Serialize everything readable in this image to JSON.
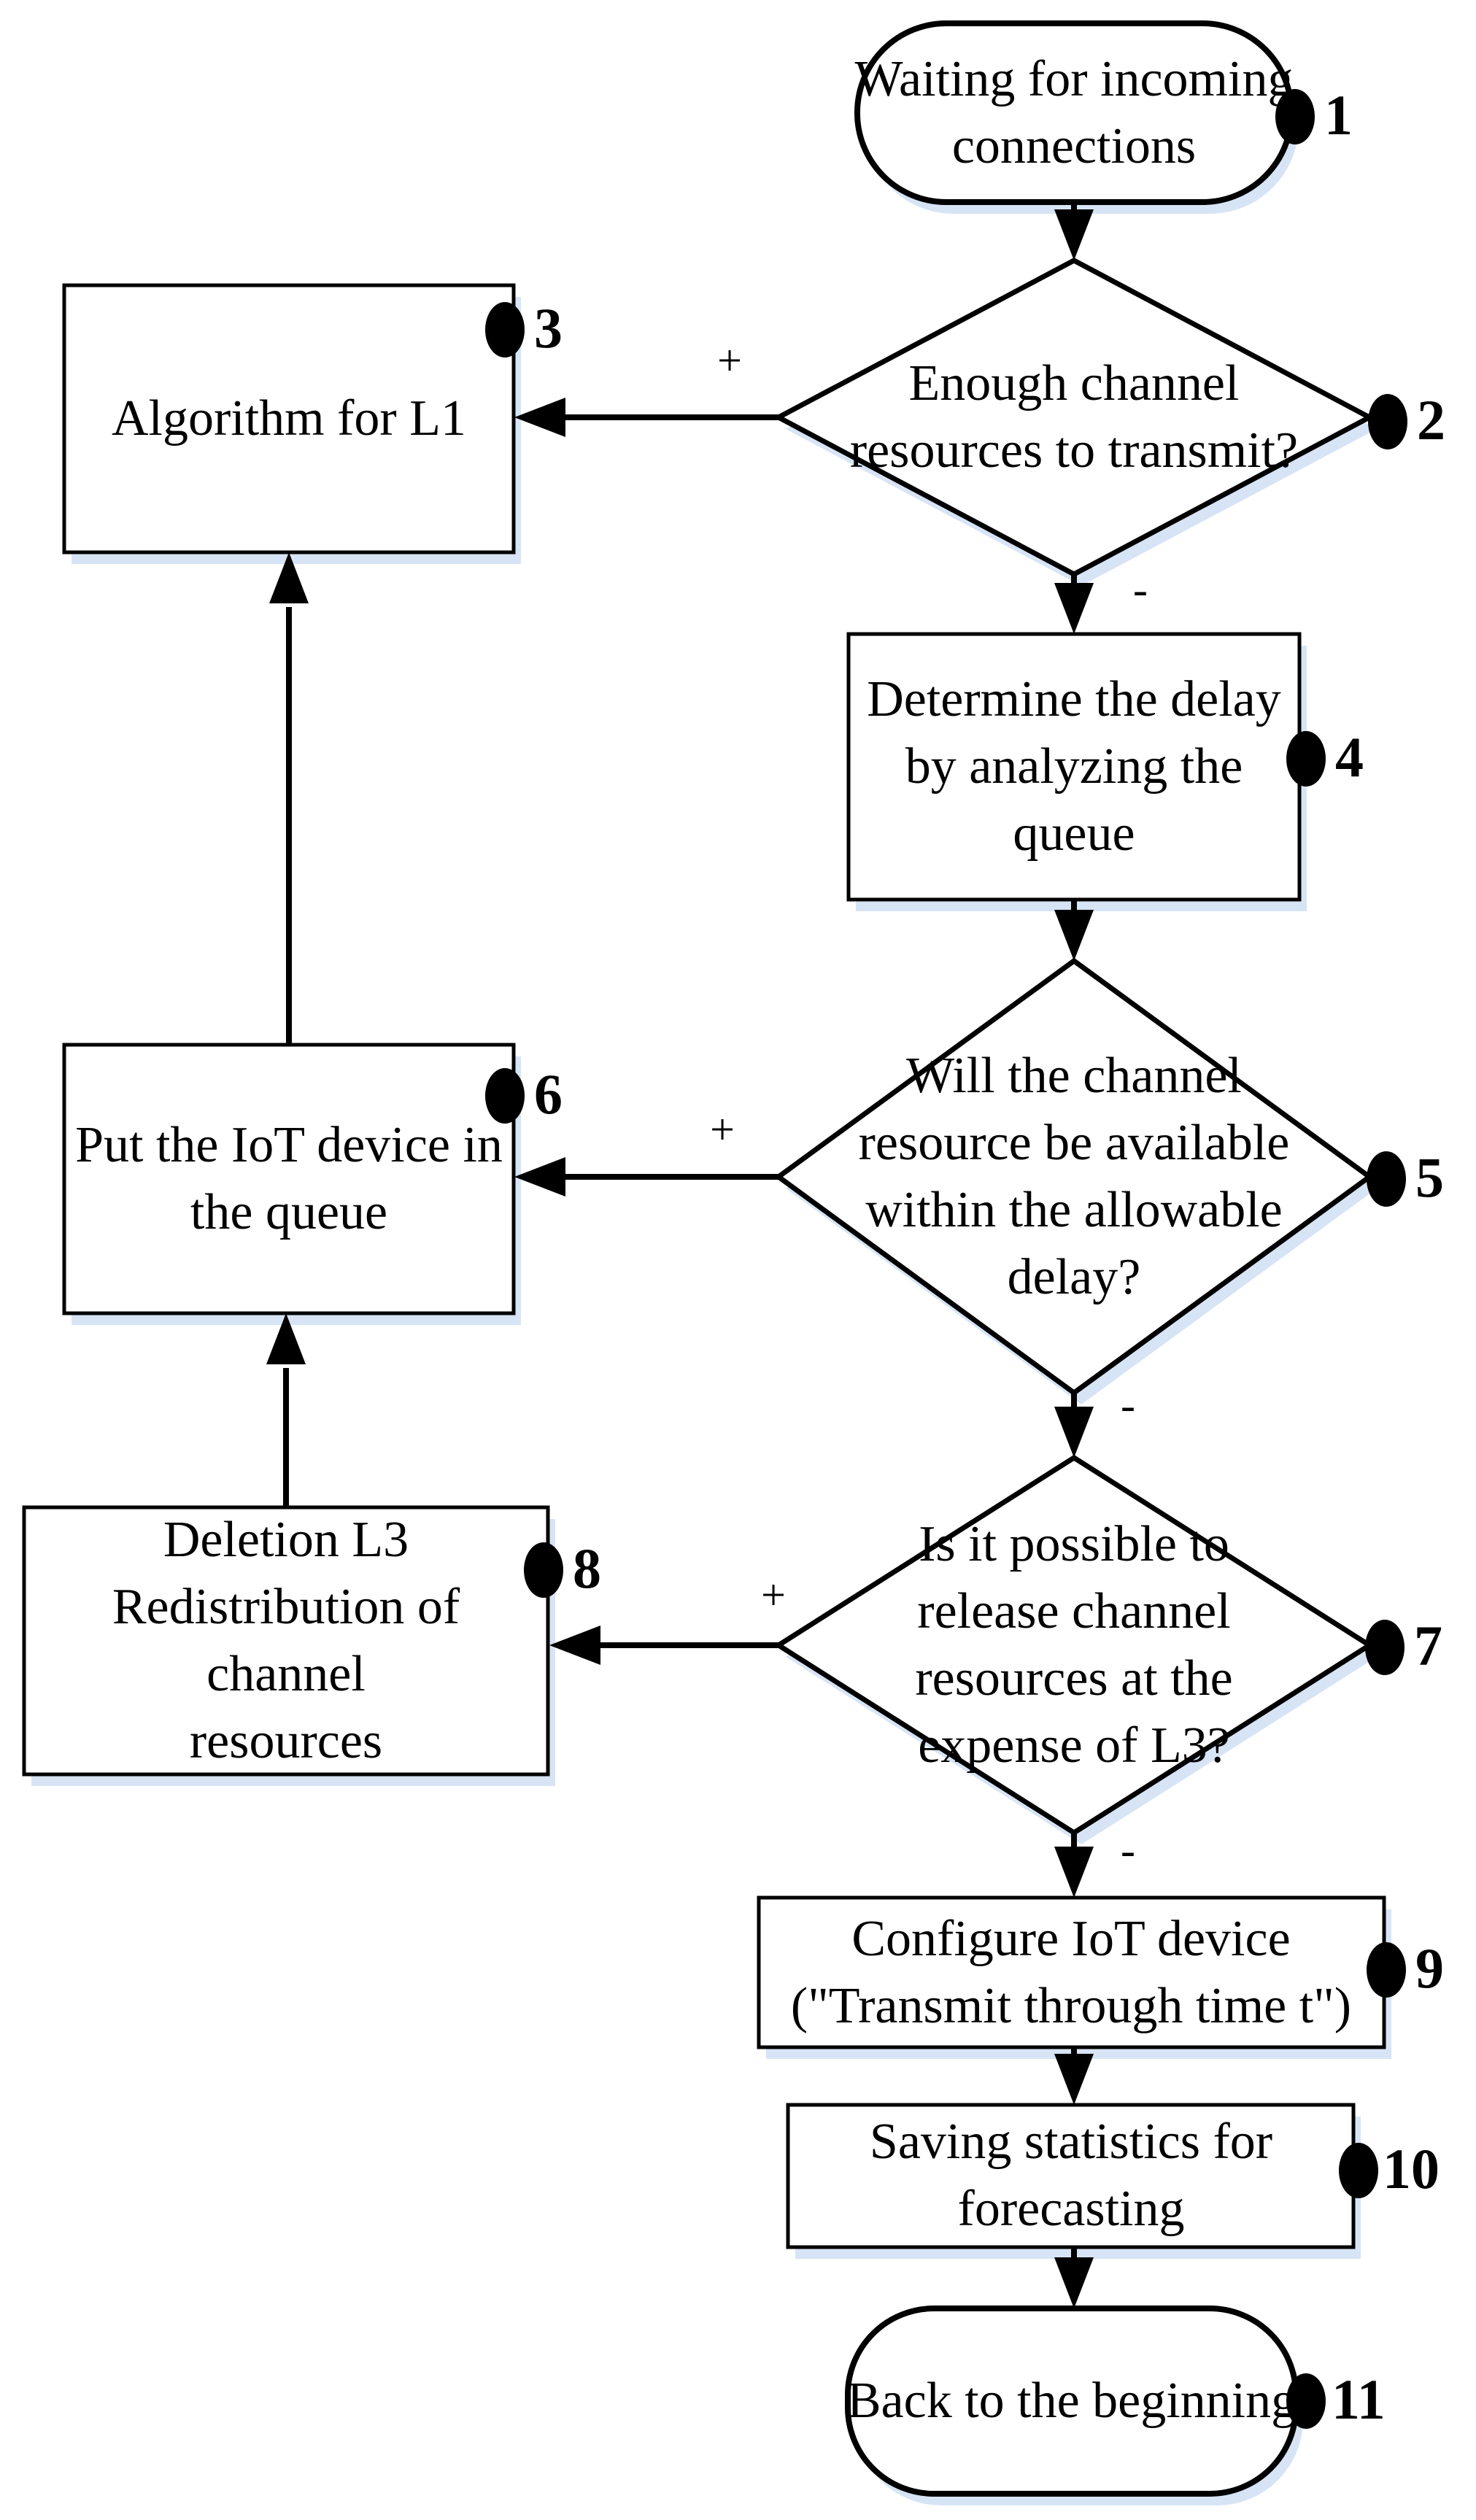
{
  "page": {
    "background": "#ffffff"
  },
  "diagram": {
    "stroke_color": "#000000",
    "fill_color": "#ffffff",
    "shadow_color": "#d7e4f5",
    "nodes": [
      {
        "number": "1",
        "type": "terminator",
        "label": "Waiting for incoming\nconnections"
      },
      {
        "number": "2",
        "type": "decision",
        "label": "Enough channel\nresources to transmit?"
      },
      {
        "number": "3",
        "type": "process",
        "label": "Algorithm for L1"
      },
      {
        "number": "4",
        "type": "process",
        "label": "Determine the delay\nby analyzing the\nqueue"
      },
      {
        "number": "5",
        "type": "decision",
        "label": "Will the channel\nresource be available\nwithin the allowable\ndelay?"
      },
      {
        "number": "6",
        "type": "process",
        "label": "Put the IoT device in\nthe queue"
      },
      {
        "number": "7",
        "type": "decision",
        "label": "Is it possible to\nrelease channel\nresources at the\nexpense of L3?"
      },
      {
        "number": "8",
        "type": "process",
        "label": "Deletion L3\nRedistribution of channel\nresources"
      },
      {
        "number": "9",
        "type": "process",
        "label": "Configure IoT device\n(\"Transmit through time t\")"
      },
      {
        "number": "10",
        "type": "process",
        "label": "Saving statistics for\nforecasting"
      },
      {
        "number": "11",
        "type": "terminator",
        "label": "Back to the beginning"
      }
    ],
    "edges": [
      {
        "from": "1",
        "to": "2",
        "label": ""
      },
      {
        "from": "2",
        "to": "3",
        "label": "+"
      },
      {
        "from": "2",
        "to": "4",
        "label": "-"
      },
      {
        "from": "4",
        "to": "5",
        "label": ""
      },
      {
        "from": "5",
        "to": "6",
        "label": "+"
      },
      {
        "from": "5",
        "to": "7",
        "label": "-"
      },
      {
        "from": "7",
        "to": "8",
        "label": "+"
      },
      {
        "from": "7",
        "to": "9",
        "label": "-"
      },
      {
        "from": "9",
        "to": "10",
        "label": ""
      },
      {
        "from": "10",
        "to": "11",
        "label": ""
      },
      {
        "from": "6",
        "to": "3",
        "label": ""
      },
      {
        "from": "8",
        "to": "6",
        "label": ""
      }
    ]
  }
}
